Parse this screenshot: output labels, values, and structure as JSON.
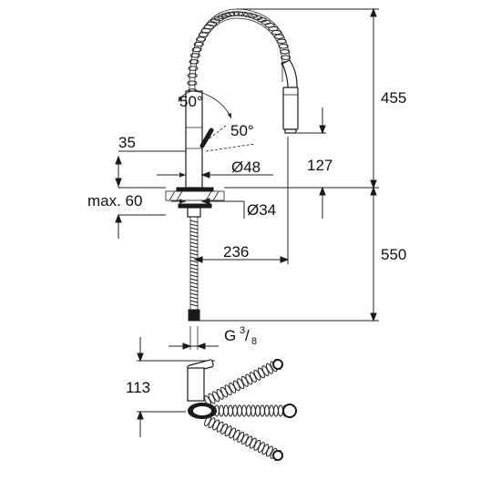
{
  "drawing": {
    "colors": {
      "line": "#222222",
      "fill": "#ffffff",
      "dark": "#1a1a1a"
    },
    "labels": {
      "angle_left": "50°",
      "angle_right": "50°",
      "dim_35": "35",
      "dim_48": "Ø48",
      "dim_max60": "max. 60",
      "dim_34": "Ø34",
      "dim_236": "236",
      "dim_455": "455",
      "dim_127": "127",
      "dim_550": "550",
      "thread_g": "G",
      "thread_num": "3",
      "thread_den": "8",
      "dim_113": "113"
    }
  }
}
